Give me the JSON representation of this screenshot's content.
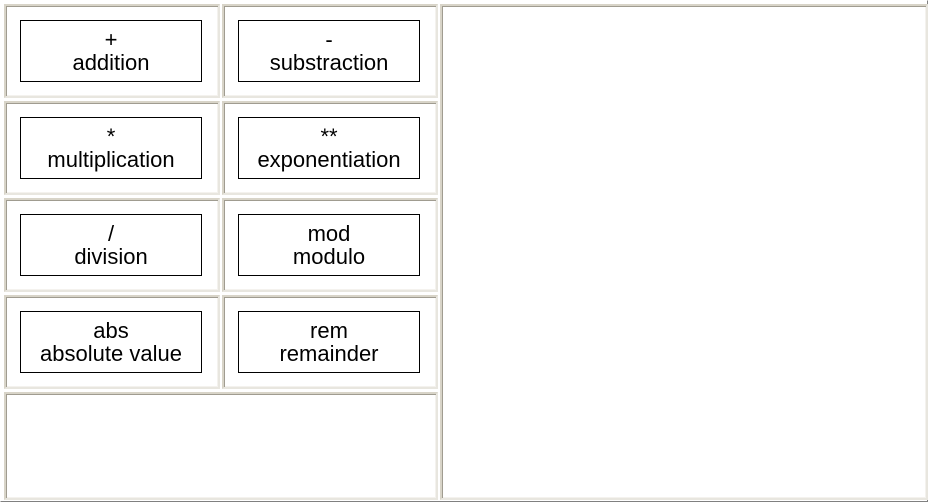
{
  "operators": [
    {
      "symbol": "+",
      "name": "addition"
    },
    {
      "symbol": "-",
      "name": "substraction"
    },
    {
      "symbol": "*",
      "name": "multiplication"
    },
    {
      "symbol": "**",
      "name": "exponentiation"
    },
    {
      "symbol": "/",
      "name": "division"
    },
    {
      "symbol": "mod",
      "name": "modulo"
    },
    {
      "symbol": "abs",
      "name": "absolute value"
    },
    {
      "symbol": "rem",
      "name": "remainder"
    }
  ]
}
